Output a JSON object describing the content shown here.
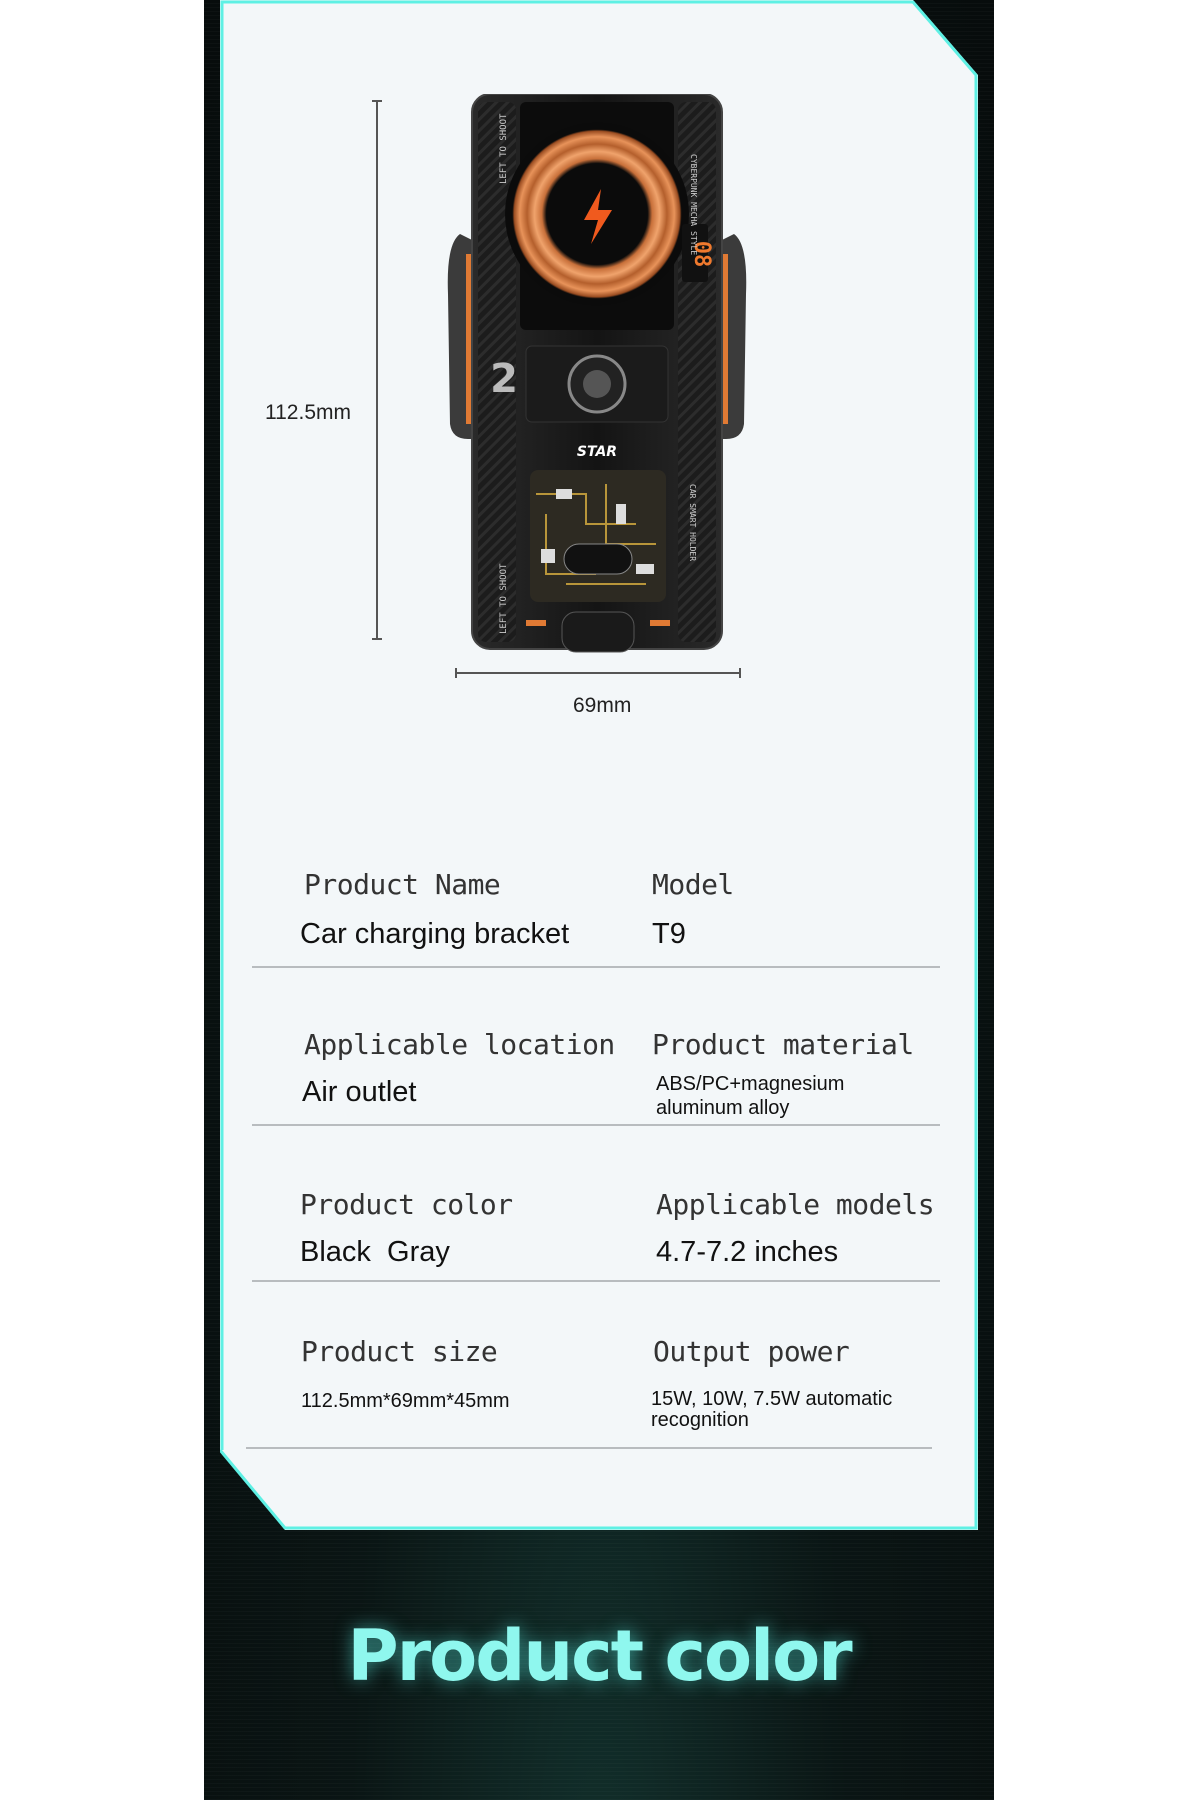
{
  "colors": {
    "background": "#070c0c",
    "card": "#f3f7f9",
    "accent_cyan": "#5ef0e4",
    "accent_orange": "#e77a2f",
    "title": "#8ff7ee"
  },
  "dimensions": {
    "height_label": "112.5mm",
    "width_label": "69mm"
  },
  "device": {
    "brand": "STAR",
    "side_text_left_top": "LEFT TO SHOOT",
    "side_text_left_bottom": "LEFT TO SHOOT",
    "side_text_right_top": "CYBERPUNK MECHA STYLE",
    "side_text_right_bottom": "CAR SMART HOLDER",
    "number_badge": "2",
    "digit_display": "08"
  },
  "specs": [
    {
      "label": "Product Name",
      "value": "Car charging bracket"
    },
    {
      "label": "Model",
      "value": "T9"
    },
    {
      "label": "Applicable location",
      "value": "Air outlet"
    },
    {
      "label": "Product material",
      "value": "ABS/PC+magnesium aluminum alloy"
    },
    {
      "label": "Product color",
      "value": "Black  Gray"
    },
    {
      "label": "Applicable models",
      "value": "4.7-7.2 inches"
    },
    {
      "label": "Product size",
      "value": "112.5mm*69mm*45mm"
    },
    {
      "label": "Output power",
      "value": "15W, 10W, 7.5W automatic recognition"
    }
  ],
  "section_title": "Product color"
}
